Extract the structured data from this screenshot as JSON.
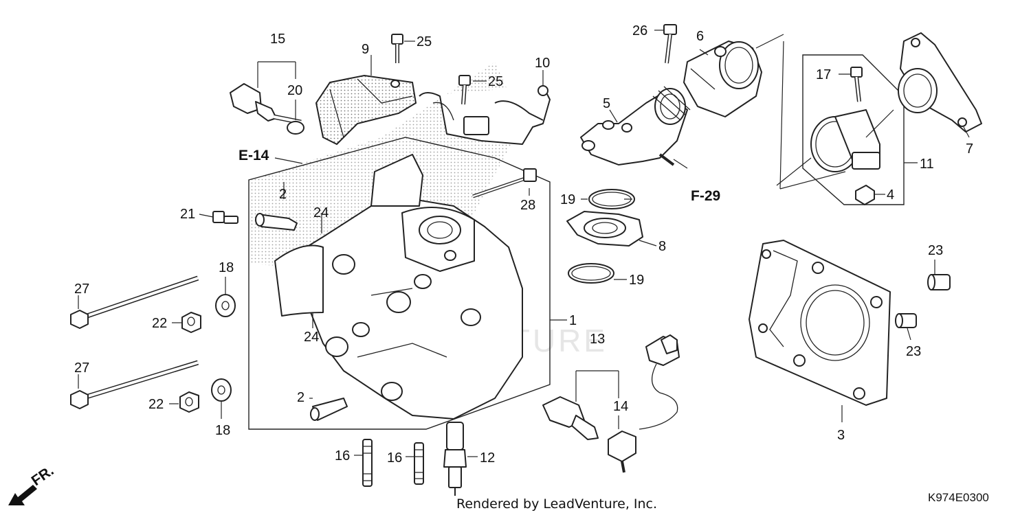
{
  "diagram": {
    "callouts": [
      "1",
      "2",
      "2",
      "3",
      "4",
      "5",
      "6",
      "7",
      "8",
      "9",
      "10",
      "11",
      "12",
      "13",
      "14",
      "15",
      "16",
      "16",
      "17",
      "18",
      "18",
      "19",
      "19",
      "20",
      "21",
      "22",
      "22",
      "23",
      "23",
      "24",
      "24",
      "25",
      "25",
      "26",
      "27",
      "27",
      "28"
    ],
    "refs": {
      "e14": "E-14",
      "f29": "F-29"
    },
    "front_label": "FR.",
    "watermark": "LEADVENTURE",
    "credit": "Rendered by LeadVenture, Inc.",
    "diagram_code": "K974E0300"
  }
}
